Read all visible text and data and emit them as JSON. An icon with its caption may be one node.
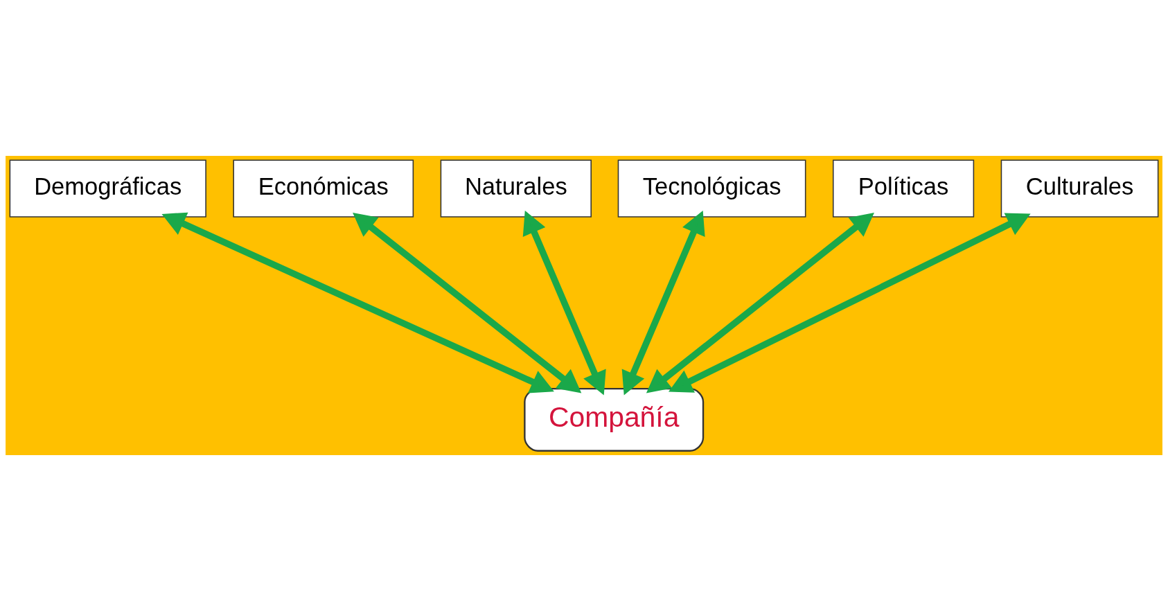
{
  "diagram": {
    "nodes": [
      {
        "text": [
          "Demográficas"
        ]
      },
      {
        "text": [
          "Económicas"
        ]
      },
      {
        "text": [
          "Naturales"
        ]
      },
      {
        "text": [
          "Tecnológicas"
        ]
      },
      {
        "text": [
          "Políticas"
        ]
      },
      {
        "text": [
          "Culturales"
        ]
      },
      {
        "text": [
          "Compañía"
        ]
      }
    ],
    "edges": [
      {
        "from": 6,
        "to": 0,
        "arrow": "both"
      },
      {
        "from": 6,
        "to": 1,
        "arrow": "both"
      },
      {
        "from": 6,
        "to": 2,
        "arrow": "both"
      },
      {
        "from": 6,
        "to": 3,
        "arrow": "both"
      },
      {
        "from": 6,
        "to": 4,
        "arrow": "both"
      },
      {
        "from": 6,
        "to": 5,
        "arrow": "both"
      }
    ]
  }
}
